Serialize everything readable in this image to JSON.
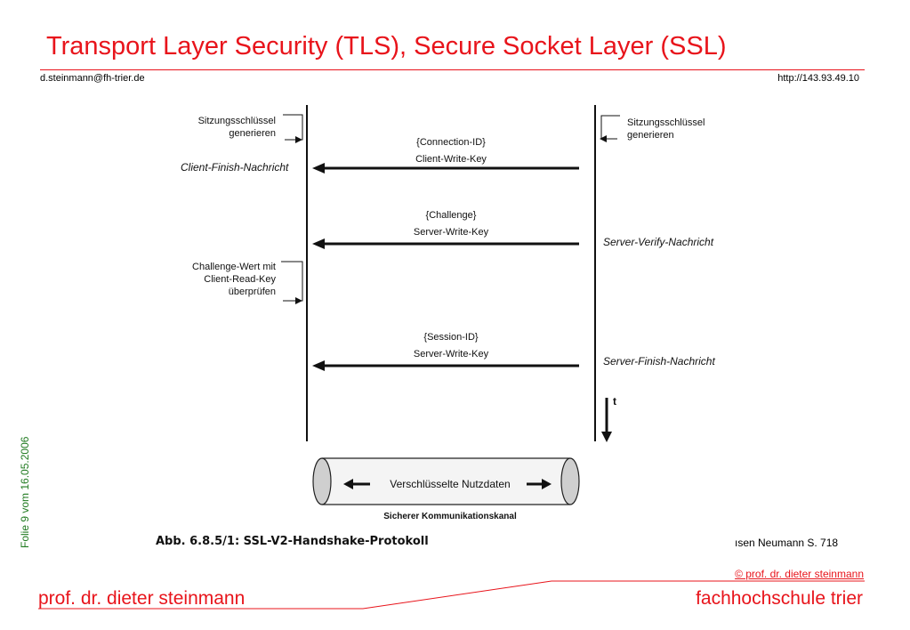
{
  "header": {
    "title": "Transport Layer Security (TLS), Secure Socket Layer (SSL)",
    "email": "d.steinmann@fh-trier.de",
    "url": "http://143.93.49.10"
  },
  "side_label": "Folie 9 vom 16.05.2006",
  "diagram": {
    "left_note_1": [
      "Sitzungsschlüssel",
      "generieren"
    ],
    "right_note_1": [
      "Sitzungsschlüssel",
      "generieren"
    ],
    "left_note_2": [
      "Challenge-Wert mit",
      "Client-Read-Key",
      "überprüfen"
    ],
    "msg1": {
      "line1": "{Connection-ID}",
      "line2": "Client-Write-Key",
      "left_label": "Client-Finish-Nachricht"
    },
    "msg2": {
      "line1": "{Challenge}",
      "line2": "Server-Write-Key",
      "right_label": "Server-Verify-Nachricht"
    },
    "msg3": {
      "line1": "{Session-ID}",
      "line2": "Server-Write-Key",
      "right_label": "Server-Finish-Nachricht"
    },
    "time_label": "t",
    "channel_text": "Verschlüsselte Nutzdaten",
    "channel_label": "Sicherer Kommunikationskanal",
    "caption": "Abb. 6.8.5/1: SSL-V2-Handshake-Protokoll"
  },
  "source_note": "ısen Neumann S. 718",
  "footer": {
    "copyright": "© prof. dr. dieter steinmann",
    "left": "prof. dr. dieter steinmann",
    "right": "fachhochschule trier"
  },
  "colors": {
    "accent": "#e8141b",
    "side_label": "#1f7a1f"
  }
}
